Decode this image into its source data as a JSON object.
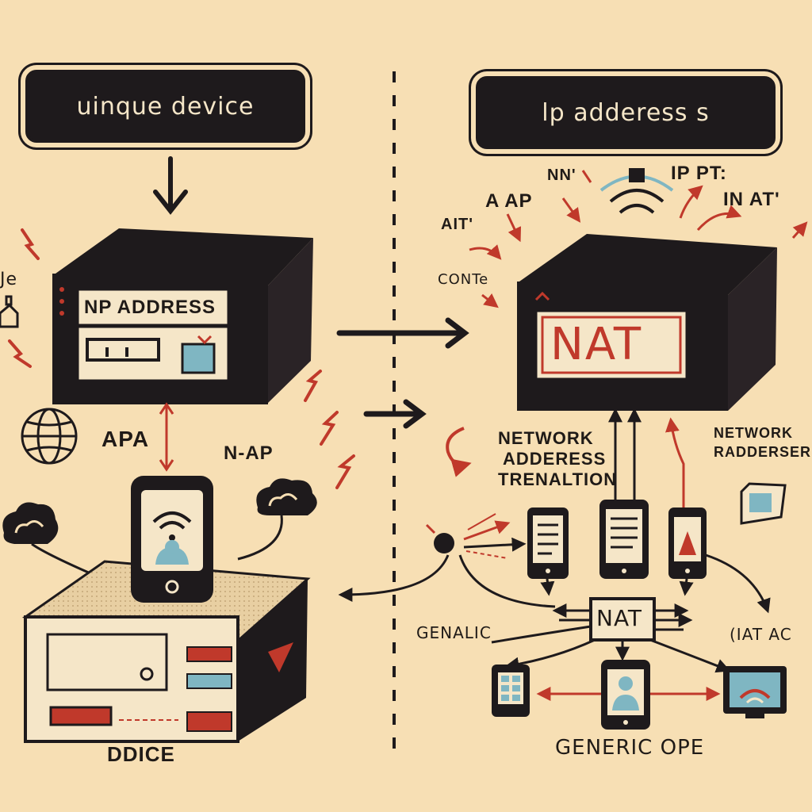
{
  "left_title": "uinque device",
  "right_title": "lp adderess s",
  "router_label": "NP ADDRESS",
  "nat_big_label": "NAT",
  "nat_small_label": "NAT",
  "labels": {
    "apa": "APA",
    "n_ap": "N-AP",
    "ddice": "DDICE",
    "a_ap": "A AP",
    "ait": "AIT'",
    "nn": "NN'",
    "ip_pt": "IP PT:",
    "in_at": "IN AT'",
    "conte": "CONTe",
    "network_1": "NETWORK",
    "adderess": "ADDERESS",
    "trenaltion": "TRENALTION",
    "network_2": "NETWORK",
    "raddenser": "RADDERSER",
    "genalic": "GENALIC",
    "iat_ac": "(IAT AC",
    "generic_ope": "GENERIC OPE",
    "edge_left": "Je"
  },
  "colors": {
    "background": "#f7dfb4",
    "ink": "#1e1a1c",
    "accent_red": "#c0392b",
    "screen_blue": "#7fb6c2",
    "panel_cream": "#f5e6c8"
  }
}
